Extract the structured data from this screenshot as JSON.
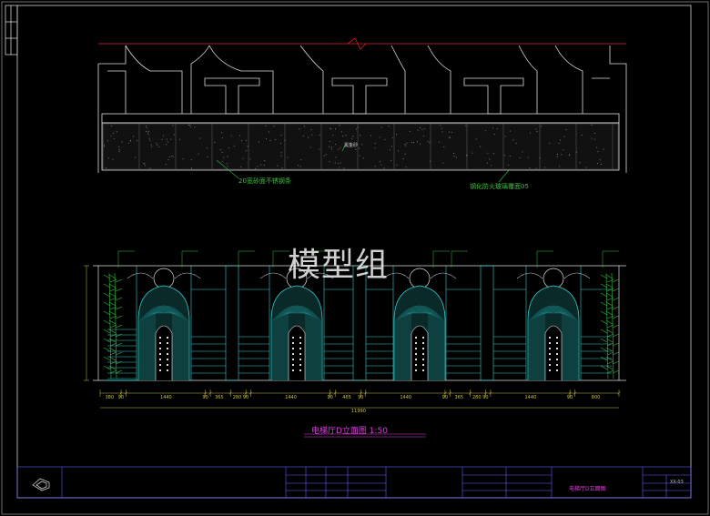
{
  "drawing": {
    "watermark": "模型组",
    "plan_labels": {
      "steel": "20宽砂面不锈钢条",
      "glass": "钢化防火玻璃覆面05",
      "stone": "黑金砂"
    },
    "caption": "电梯厅D立面图 1:50",
    "dimensions": [
      "380",
      "90",
      "1440",
      "90",
      "365",
      "280",
      "90",
      "1440",
      "90",
      "465",
      "90",
      "1440",
      "90",
      "365",
      "280",
      "90",
      "1440",
      "90",
      "800"
    ],
    "dim_total": "11990",
    "sheet_no": "XX-03",
    "title_block": {
      "drawing_title": "电梯厅D立面图"
    }
  },
  "colors": {
    "background": "#000000",
    "frame": "#cfcfcf",
    "cyan": "#2fd0d0",
    "green": "#30c040",
    "yellow": "#c8c040",
    "red": "#e02020",
    "magenta": "#e040e0",
    "blue": "#6060ff"
  }
}
